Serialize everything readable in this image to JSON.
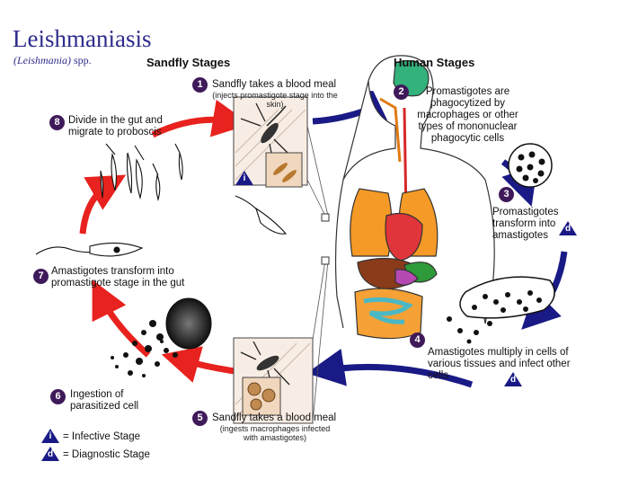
{
  "title": "Leishmaniasis",
  "subtitle_italic": "(Leishmania)",
  "subtitle_rest": " spp.",
  "sections": {
    "left": "Sandfly Stages",
    "right": "Human Stages"
  },
  "steps": [
    {
      "n": "1",
      "text": "Sandfly takes a blood meal",
      "sub": "(injects promastigote stage into the skin)"
    },
    {
      "n": "2",
      "text": "Promastigotes are phagocytized by macrophages or other types of mononuclear phagocytic cells"
    },
    {
      "n": "3",
      "text": "Promastigotes transform into amastigotes"
    },
    {
      "n": "4",
      "text": "Amastigotes multiply in cells of various tissues and infect other cells"
    },
    {
      "n": "5",
      "text": "Sandfly takes a blood meal",
      "sub": "(ingests macrophages infected with amastigotes)"
    },
    {
      "n": "6",
      "text": "Ingestion of parasitized cell"
    },
    {
      "n": "7",
      "text": "Amastigotes transform into promastigote stage in the gut"
    },
    {
      "n": "8",
      "text": "Divide in the gut and migrate to proboscis"
    }
  ],
  "stage_letters": {
    "infective": "i",
    "diagnostic": "d"
  },
  "legend": {
    "infective": "= Infective Stage",
    "diagnostic": "= Diagnostic Stage"
  },
  "colors": {
    "sandfly_arrow": "#e8221e",
    "human_arrow": "#1a1a86",
    "badge": "#3f1a5a",
    "title": "#2e2c8c"
  }
}
